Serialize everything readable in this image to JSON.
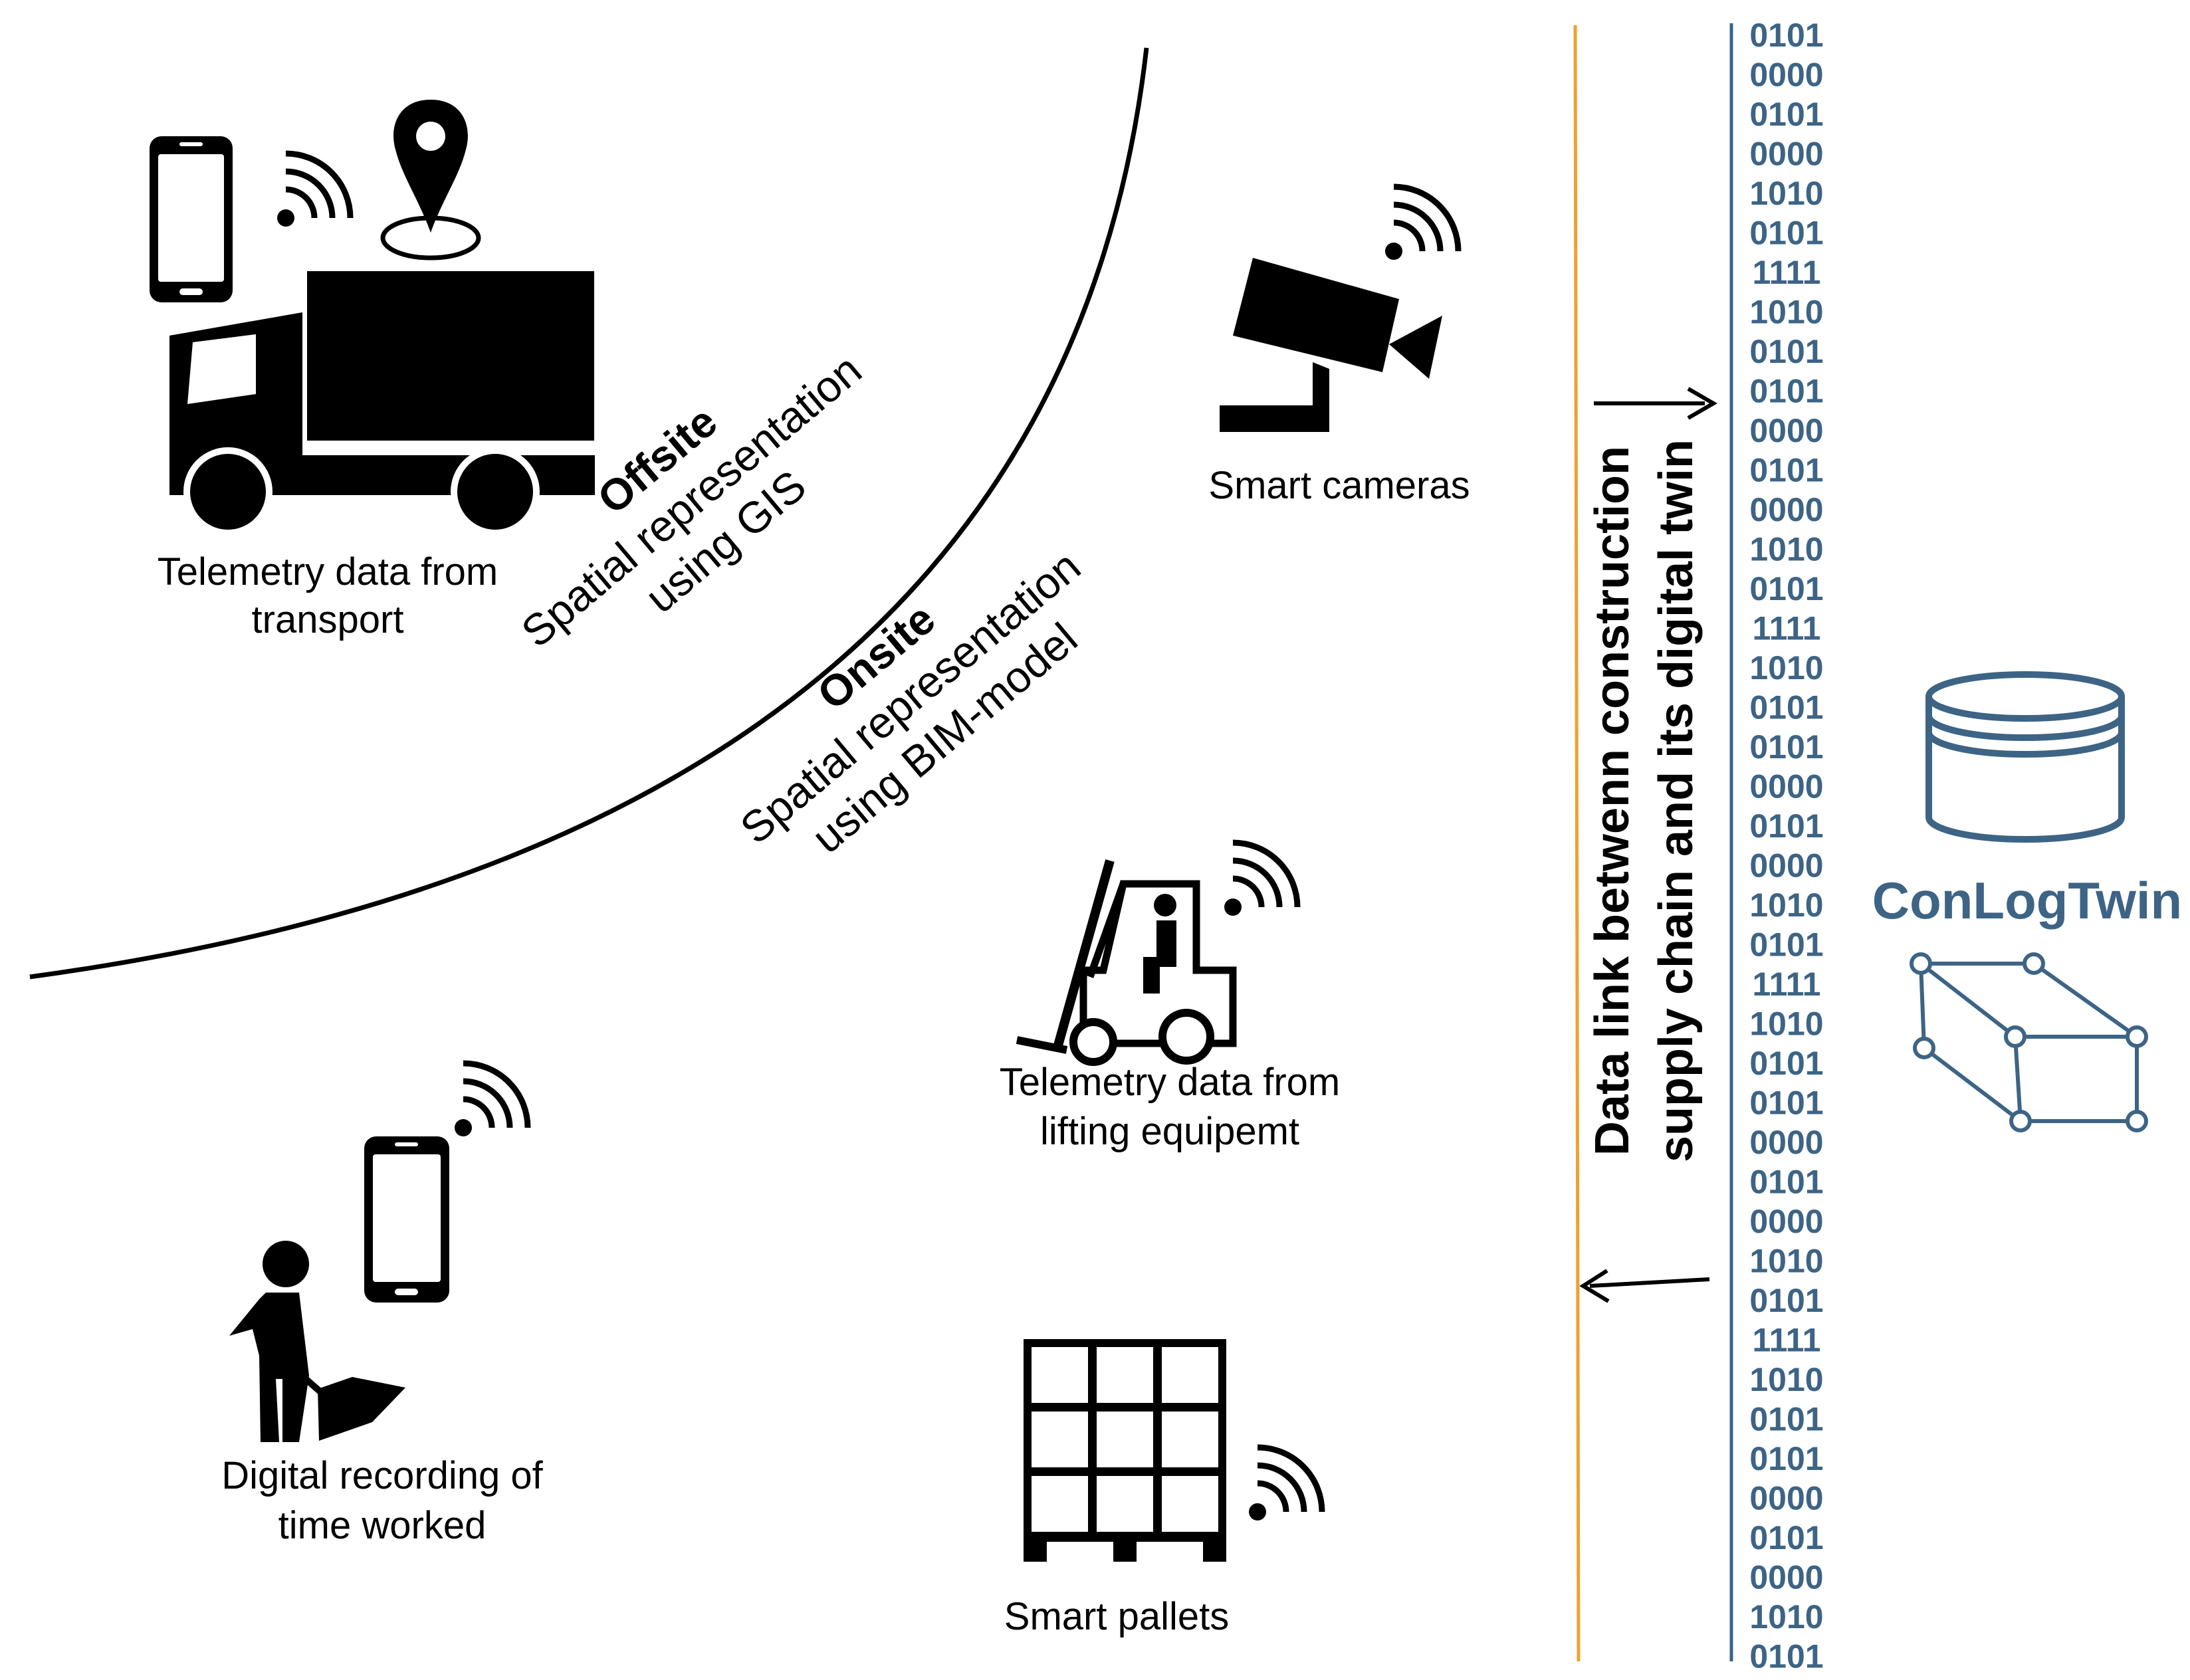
{
  "regions": {
    "offsite": {
      "title": "Offsite",
      "line1": "Spatial representation",
      "line2": "using GIS"
    },
    "onsite": {
      "title": "Onsite",
      "line1": "Spatial representation",
      "line2": "using BIM-model"
    }
  },
  "devices": {
    "transport": {
      "line1": "Telemetry data from",
      "line2": "transport"
    },
    "cameras": {
      "line1": "Smart cameras"
    },
    "lifting": {
      "line1": "Telemetry data from",
      "line2": "lifting equipemt"
    },
    "worker": {
      "line1": "Digital recording of",
      "line2": "time worked"
    },
    "pallets": {
      "line1": "Smart pallets"
    }
  },
  "data_link": {
    "line1": "Data link betwenn construction",
    "line2": "supply chain and its digital twin"
  },
  "binary_stream": [
    "0101",
    "0000",
    "0101",
    "0000",
    "1010",
    "0101",
    "1111",
    "1010",
    "0101",
    "0101",
    "0000",
    "0101",
    "0000",
    "1010",
    "0101",
    "1111",
    "1010",
    "0101",
    "0101",
    "0000",
    "0101",
    "0000",
    "1010",
    "0101",
    "1111",
    "1010",
    "0101",
    "0101",
    "0000",
    "0101",
    "0000",
    "1010",
    "0101",
    "1111",
    "1010",
    "0101",
    "0101",
    "0000",
    "0101",
    "0000",
    "1010",
    "0101"
  ],
  "twin": {
    "name": "ConLogTwin"
  },
  "icons": [
    "smartphone-icon",
    "wifi-icon",
    "location-pin-icon",
    "truck-icon",
    "security-camera-icon",
    "forklift-icon",
    "worker-shovel-icon",
    "pallet-icon",
    "database-icon",
    "cube-icon",
    "arrow-right-icon",
    "arrow-left-icon"
  ],
  "colors": {
    "twin_accent": "#3d6485",
    "separator": "#f0a030",
    "ink": "#000000"
  }
}
